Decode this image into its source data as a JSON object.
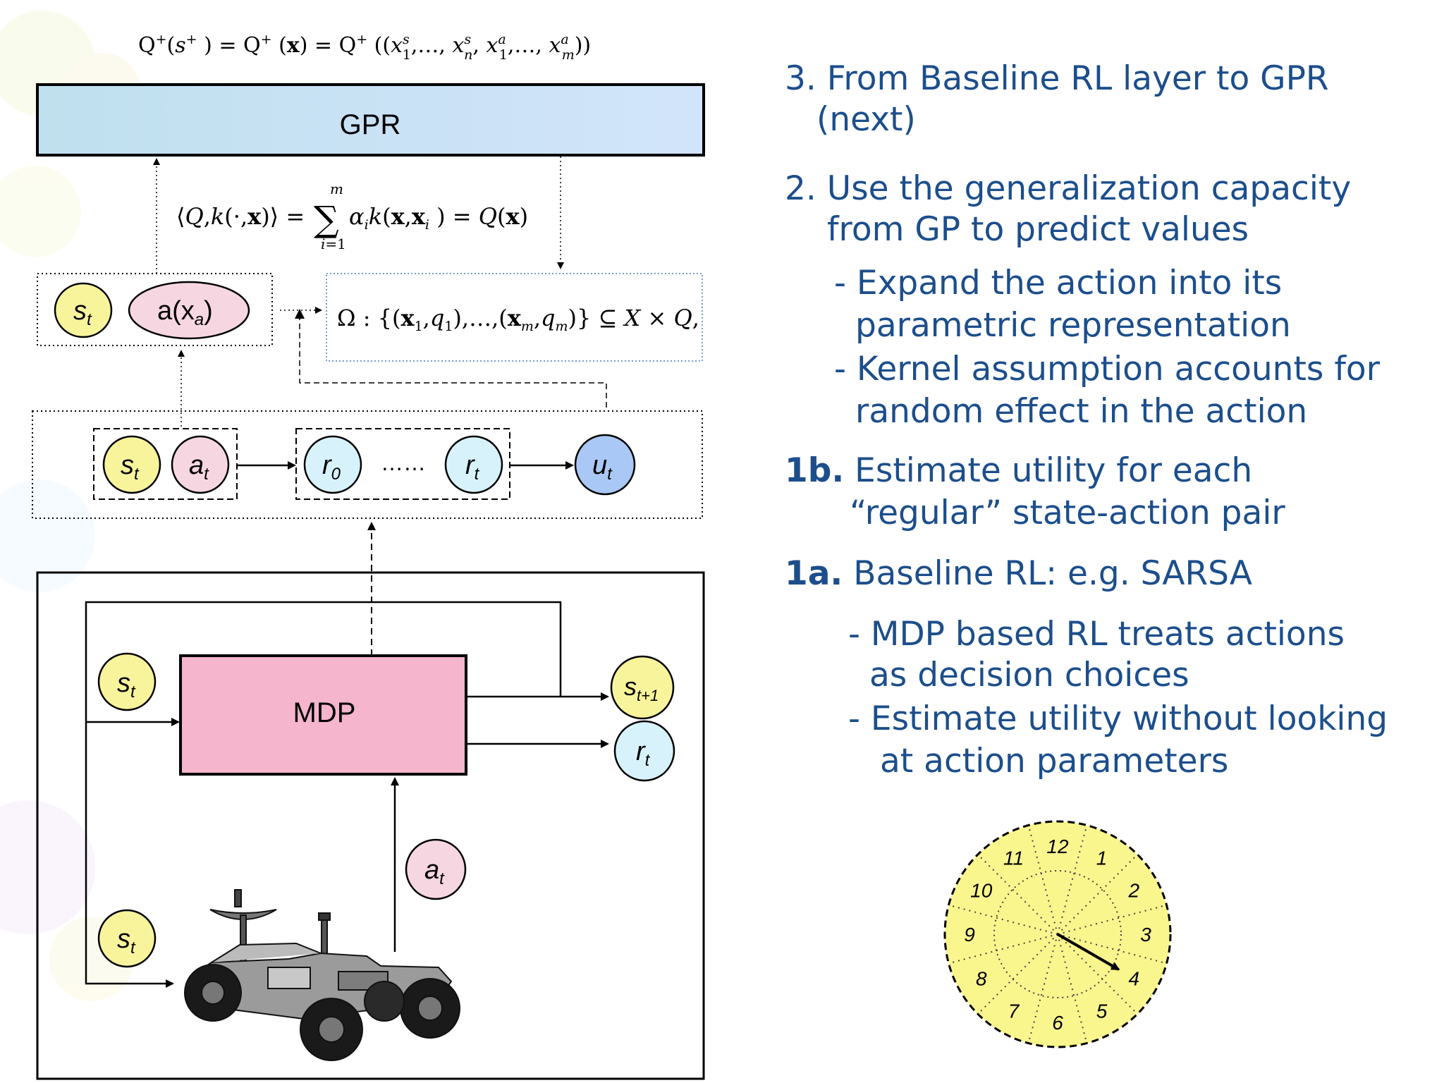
{
  "formulas": {
    "top_q_plus": "Q⁺(s⁺) = Q⁺(x) = Q⁺((x₁ˢ,…, xₙˢ, x₁ᵃ,…, xₘᵃ))",
    "kernel_sum": "⟨Q,k(·,x)⟩ = Σᵢ₌₁ᵐ αᵢ k(x,xᵢ) = Q(x)",
    "omega_set": "Ω : {(x₁,q₁),…,(xₘ,qₘ)} ⊆ X × Q,"
  },
  "blocks": {
    "gpr": "GPR",
    "mdp": "MDP"
  },
  "nodes": {
    "s_t": "s",
    "s_t_sub": "t",
    "a_xa": "a(x",
    "a_xa_sub": "a",
    "a_xa_close": ")",
    "a_t": "a",
    "a_t_sub": "t",
    "r_0": "r",
    "r_0_sub": "0",
    "r_t": "r",
    "r_t_sub": "t",
    "u_t": "u",
    "u_t_sub": "t",
    "s_t1": "s",
    "s_t1_sub": "t+1",
    "dots": "……"
  },
  "right_text": {
    "item3_num": "3.",
    "item3_line1": "From Baseline RL layer to GPR",
    "item3_line2": "(next)",
    "item2_num": "2.",
    "item2_line1": "Use the generalization capacity",
    "item2_line2": "from GP to predict values",
    "item2_sub1_line1": "- Expand the action into its",
    "item2_sub1_line2": "parametric representation",
    "item2_sub2_line1": "- Kernel assumption accounts for",
    "item2_sub2_line2": "random effect in the action",
    "item1b_num": "1b.",
    "item1b_line1": "Estimate utility for each",
    "item1b_line2": "“regular” state-action pair",
    "item1a_num": "1a.",
    "item1a_line1": "Baseline RL: e.g. SARSA",
    "item1a_sub1_line1": "- MDP based RL treats actions",
    "item1a_sub1_line2": "as decision choices",
    "item1a_sub2_line1": "-  Estimate utility without looking",
    "item1a_sub2_line2": "at action parameters"
  },
  "clock": {
    "numbers": [
      "12",
      "1",
      "2",
      "3",
      "4",
      "5",
      "6",
      "7",
      "8",
      "9",
      "10",
      "11"
    ],
    "hand_points_to": 4
  },
  "colors": {
    "text_blue": "#1c4e8c",
    "gpr_left": "#bfe0f0",
    "gpr_right": "#cfe2fb",
    "mdp_pink": "#f5b5cc",
    "state_yellow": "#f8f49c",
    "action_pink": "#f6d7e1",
    "reward_cyan": "#d8f2fb",
    "utility_blue": "#aac8f5",
    "clock_yellow": "#faf68e"
  }
}
